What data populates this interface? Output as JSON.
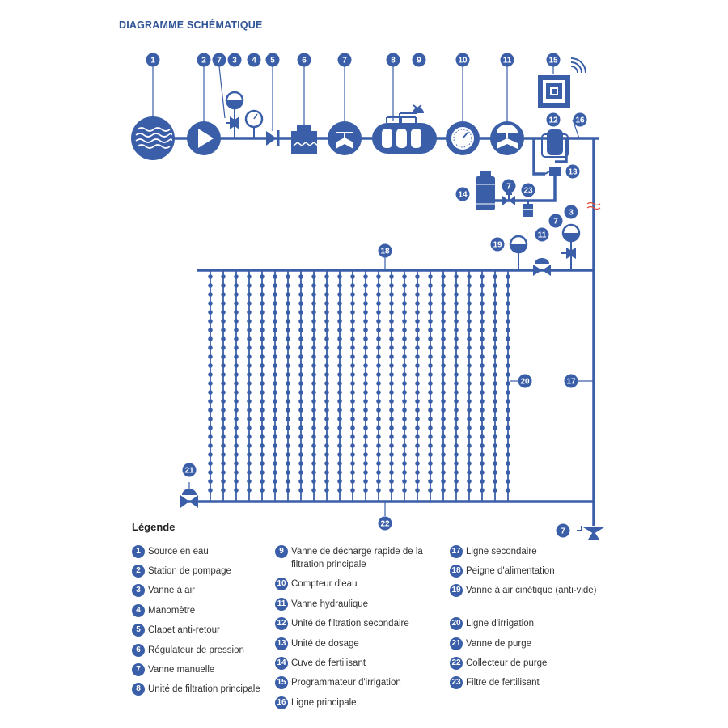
{
  "title": "DIAGRAMME SCHÉMATIQUE",
  "colors": {
    "primary": "#3a5fa8",
    "title": "#2f5597",
    "text": "#333333",
    "break": "#e24a33"
  },
  "markers": {
    "m1": "1",
    "m2": "2",
    "m7a": "7",
    "m3a": "3",
    "m4": "4",
    "m5": "5",
    "m6": "6",
    "m7b": "7",
    "m8": "8",
    "m9": "9",
    "m10": "10",
    "m11a": "11",
    "m15": "15",
    "m12": "12",
    "m16": "16",
    "m13": "13",
    "m14": "14",
    "m7c": "7",
    "m23": "23",
    "m7d": "7",
    "m3b": "3",
    "m11b": "11",
    "m19": "19",
    "m18": "18",
    "m20": "20",
    "m17": "17",
    "m21": "21",
    "m22": "22",
    "m7e": "7"
  },
  "legend": {
    "title": "Légende",
    "items": [
      {
        "num": "1",
        "label": "Source en eau"
      },
      {
        "num": "2",
        "label": "Station de pompage"
      },
      {
        "num": "3",
        "label": "Vanne à air"
      },
      {
        "num": "4",
        "label": "Manomètre"
      },
      {
        "num": "5",
        "label": "Clapet anti-retour"
      },
      {
        "num": "6",
        "label": "Régulateur de pression"
      },
      {
        "num": "7",
        "label": "Vanne manuelle"
      },
      {
        "num": "8",
        "label": "Unité de filtration principale"
      },
      {
        "num": "9",
        "label": "Vanne de décharge rapide de la filtration principale"
      },
      {
        "num": "10",
        "label": "Compteur d'eau"
      },
      {
        "num": "11",
        "label": "Vanne hydraulique"
      },
      {
        "num": "12",
        "label": "Unité de filtration secondaire"
      },
      {
        "num": "13",
        "label": "Unité de dosage"
      },
      {
        "num": "14",
        "label": "Cuve de fertilisant"
      },
      {
        "num": "15",
        "label": "Programmateur d'irrigation"
      },
      {
        "num": "16",
        "label": "Ligne principale"
      },
      {
        "num": "17",
        "label": "Ligne secondaire"
      },
      {
        "num": "18",
        "label": "Peigne d'alimentation"
      },
      {
        "num": "19",
        "label": "Vanne à air cinétique (anti-vide)"
      },
      {
        "num": "20",
        "label": "Ligne d'irrigation"
      },
      {
        "num": "21",
        "label": "Vanne de purge"
      },
      {
        "num": "22",
        "label": "Collecteur de purge"
      },
      {
        "num": "23",
        "label": "Filtre de fertilisant"
      }
    ]
  }
}
